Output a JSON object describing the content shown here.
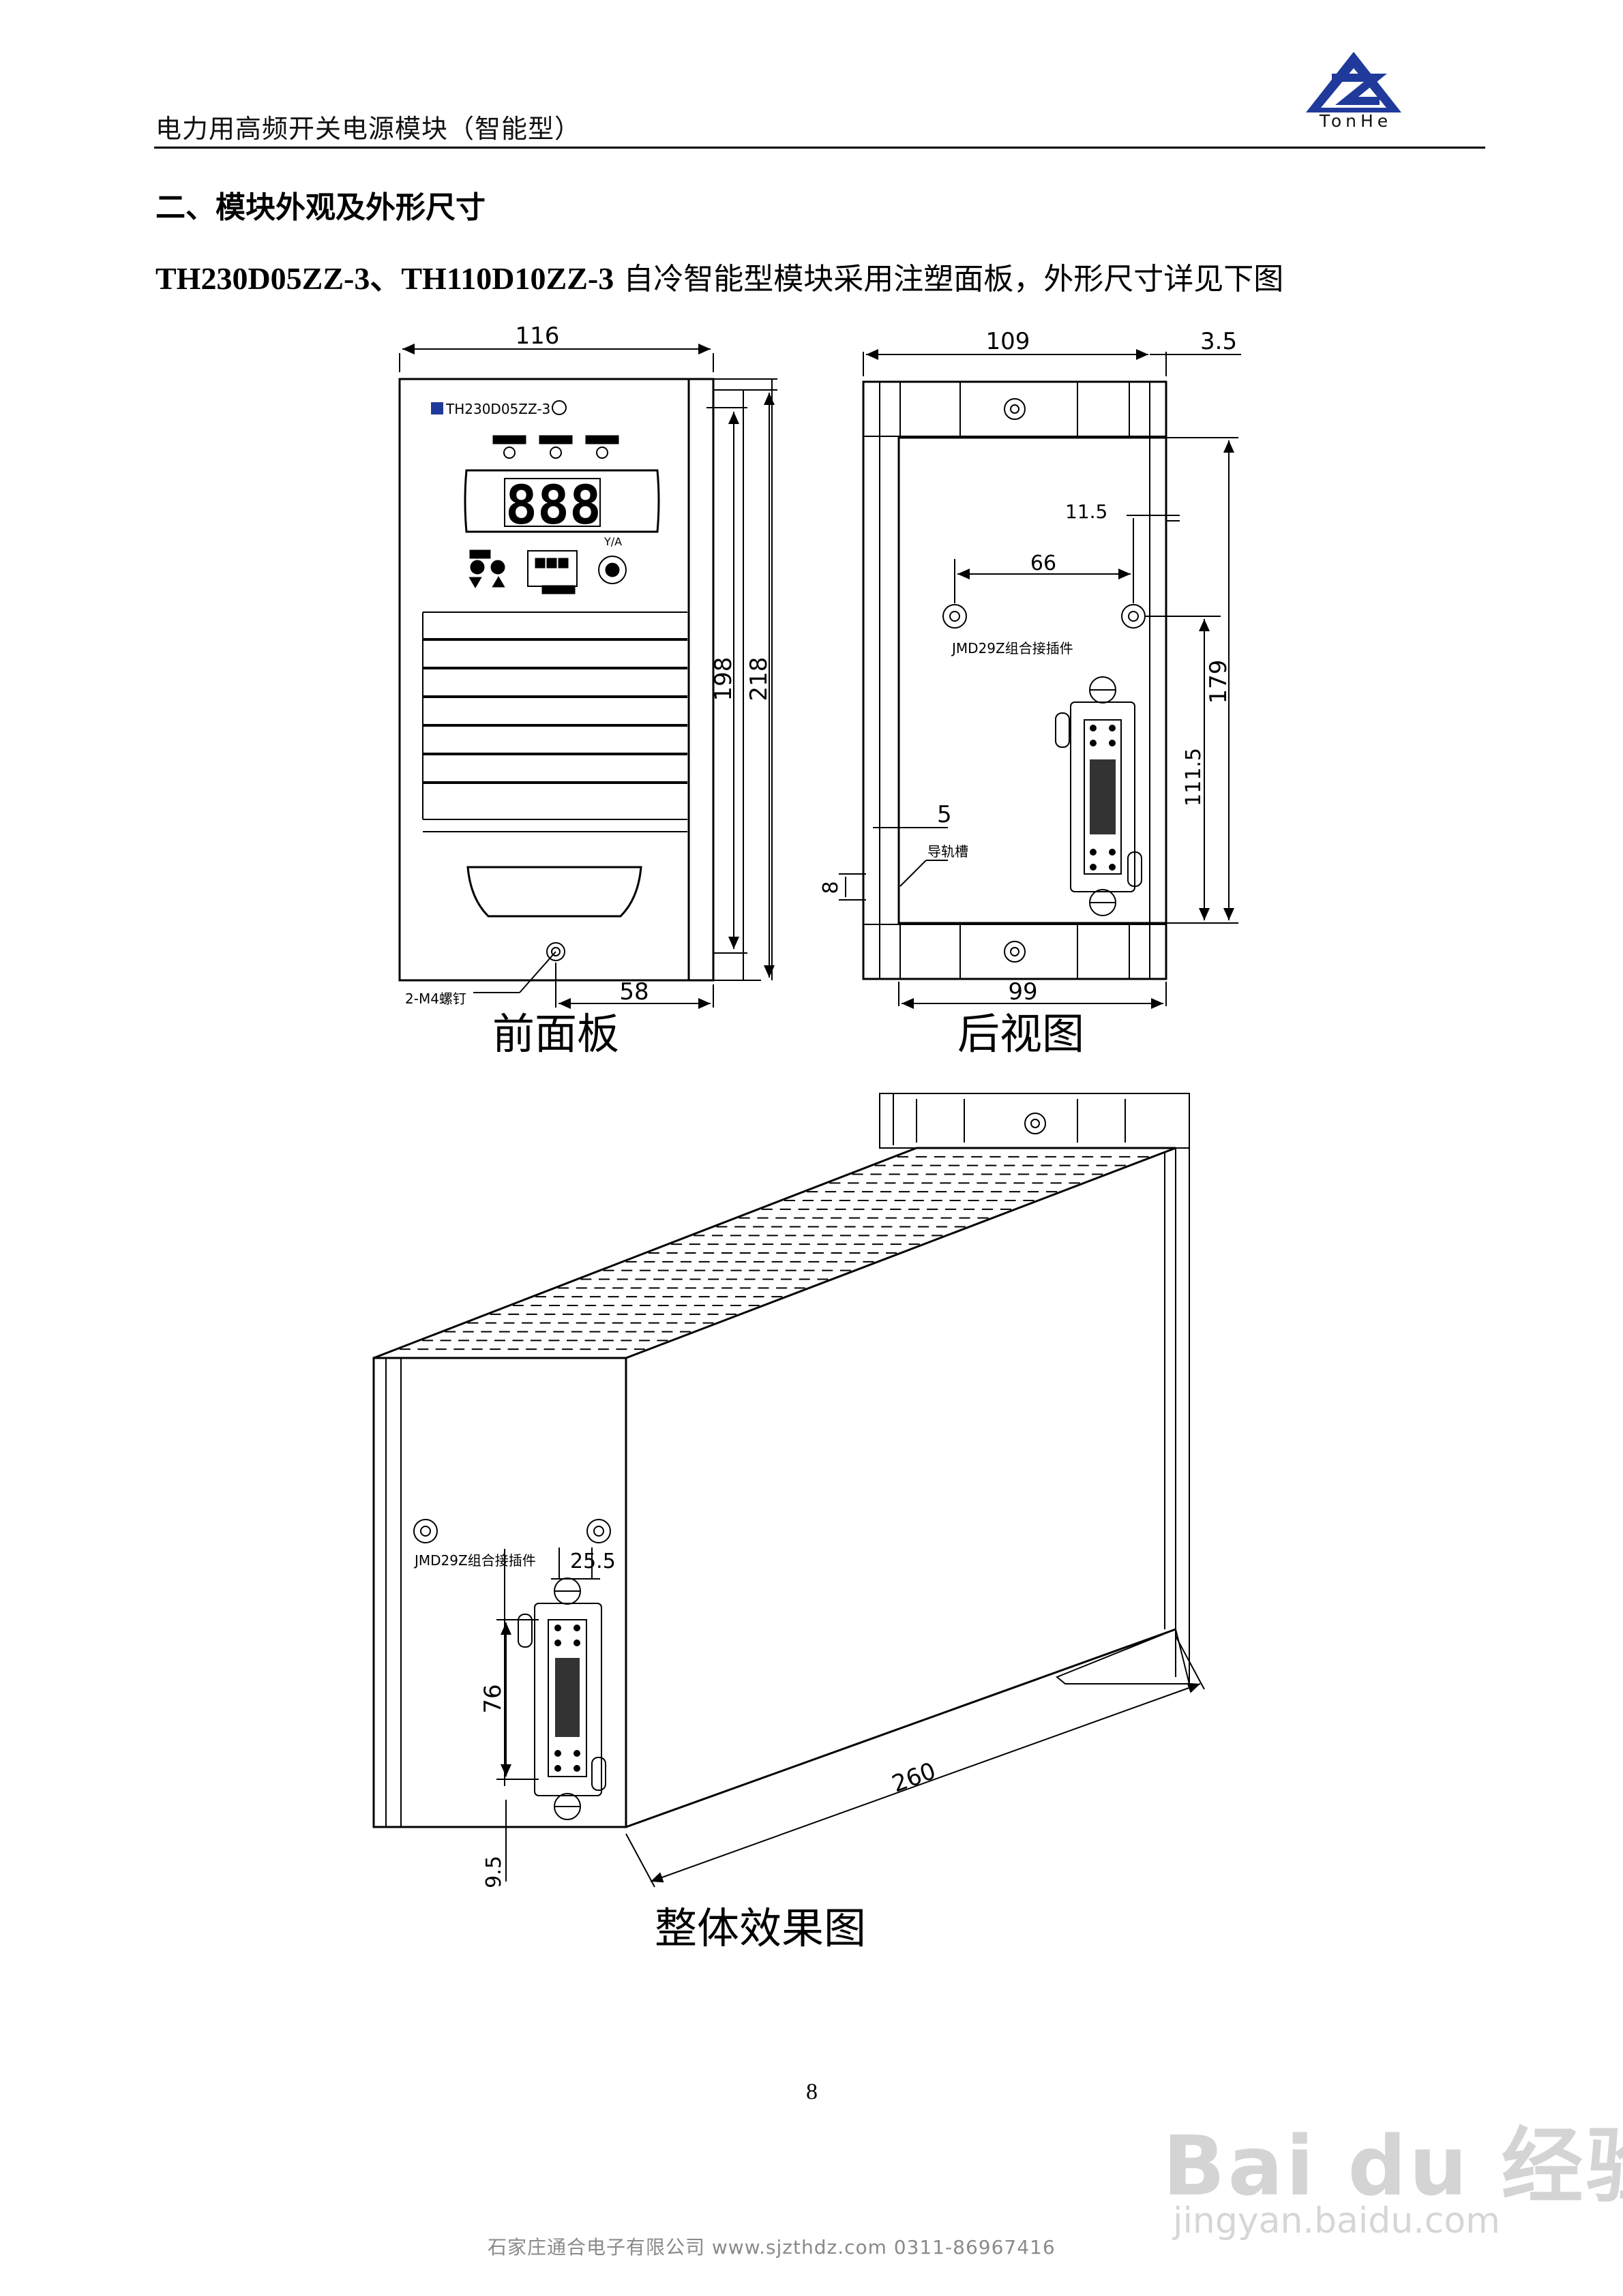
{
  "header": {
    "title": "电力用高频开关电源模块（智能型）",
    "logo_text": "TonHe"
  },
  "section": {
    "heading": "二、模块外观及外形尺寸",
    "intro_models": "TH230D05ZZ-3、TH110D10ZZ-3",
    "intro_rest": " 自冷智能型模块采用注塑面板，外形尺寸详见下图"
  },
  "front_view": {
    "caption": "前面板",
    "panel_label": "TH230D05ZZ-3",
    "display": "888",
    "button_label": "Y/A",
    "screw_note": "2-M4螺钉",
    "dims": {
      "width": "116",
      "height_inner": "198",
      "height_outer": "218",
      "bottom": "58"
    }
  },
  "rear_view": {
    "caption": "后视图",
    "connector_label": "JMD29Z组合接插件",
    "guide_label": "导轨槽",
    "dims": {
      "top": "109",
      "edge": "3.5",
      "offset": "11.5",
      "holes": "66",
      "h_outer": "179",
      "h_inner": "111.5",
      "small": "5",
      "rail": "8",
      "bottom": "99"
    }
  },
  "iso_view": {
    "caption": "整体效果图",
    "connector_label": "JMD29Z组合接插件",
    "dims": {
      "gap": "25.5",
      "height": "76",
      "bottom": "9.5",
      "length": "260"
    }
  },
  "page_number": "8",
  "footer": "石家庄通合电子有限公司  www.sjzthdz.com  0311-86967416",
  "watermark": {
    "text": "Bai du 经验",
    "url": "jingyan.baidu.com"
  }
}
